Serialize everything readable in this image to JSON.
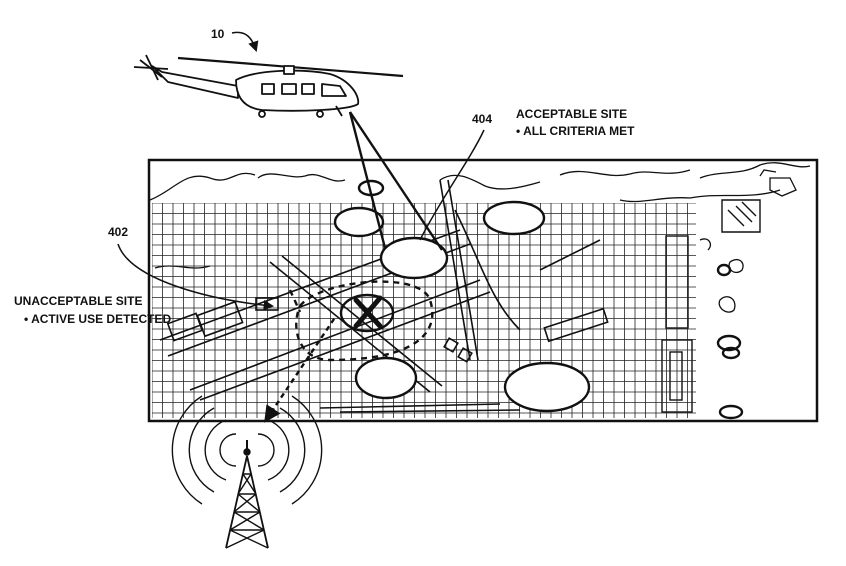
{
  "figure_ref": "10",
  "label_404": "404",
  "label_402": "402",
  "acceptable": {
    "title": "ACCEPTABLE SITE",
    "bullet": "• ALL CRITERIA MET"
  },
  "unacceptable": {
    "title": "UNACCEPTABLE SITE",
    "bullet": "• ACTIVE USE DETECTED"
  },
  "colors": {
    "ink": "#111111",
    "paper": "#ffffff"
  },
  "icons": [
    "helicopter-icon",
    "radio-tower-icon",
    "reject-x-icon"
  ]
}
